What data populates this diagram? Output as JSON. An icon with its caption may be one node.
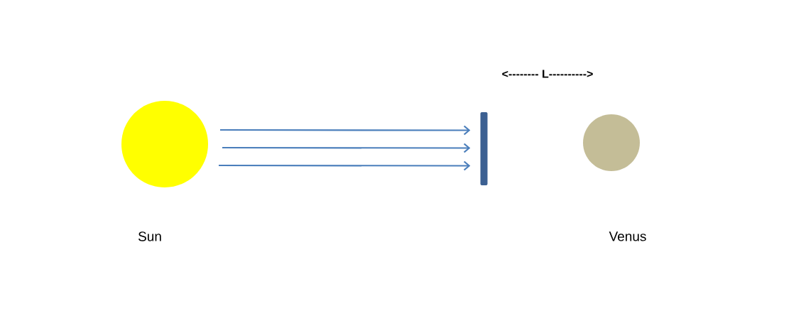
{
  "diagram": {
    "nodes": [
      {
        "text": [],
        "shape": "circle"
      },
      {
        "text": [],
        "shape": "bar"
      },
      {
        "text": [],
        "shape": "circle"
      }
    ],
    "edges": [
      {
        "from": 0,
        "to": 1,
        "arrow": "to"
      },
      {
        "from": 0,
        "to": 1,
        "arrow": "to"
      },
      {
        "from": 0,
        "to": 1,
        "arrow": "to"
      }
    ],
    "labels": [
      "<-------- L---------->",
      "Sun",
      "Venus"
    ]
  }
}
